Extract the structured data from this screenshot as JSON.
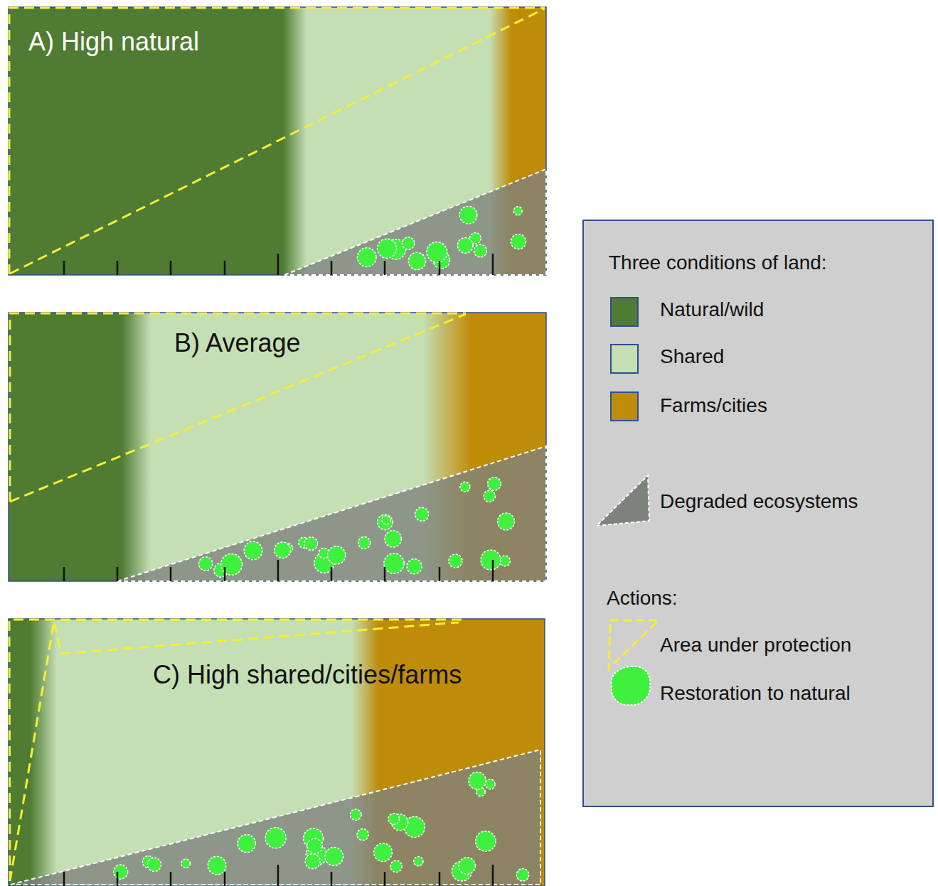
{
  "diagram": {
    "nodes": [
      {
        "text": [
          "A) High natural"
        ]
      },
      {
        "text": [
          "B) Average"
        ]
      },
      {
        "text": [
          "C) High shared/cities/farms"
        ]
      },
      {
        "text": [
          "Three conditions of land:",
          "Actions:"
        ]
      }
    ],
    "legend": [
      {
        "text": "Natural/wild",
        "color": "#4f7b32"
      },
      {
        "text": "Shared",
        "color": "#c5dfb5"
      },
      {
        "text": "Farms/cities",
        "color": "#bf8c0a"
      },
      {
        "text": "Degraded ecosystems"
      },
      {
        "text": "Area under protection"
      },
      {
        "text": "Restoration to natural"
      }
    ]
  }
}
